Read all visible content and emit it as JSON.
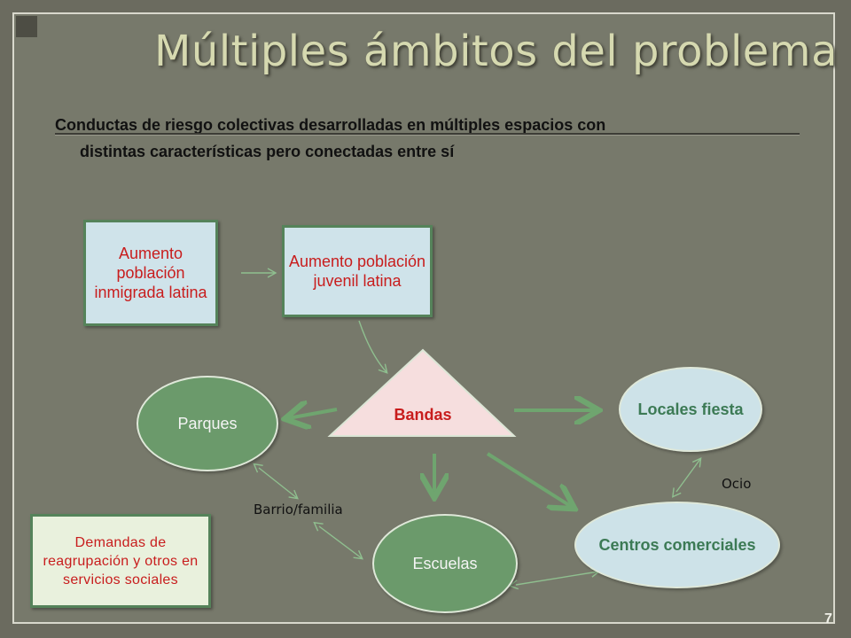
{
  "slide": {
    "title": "Múltiples ámbitos del problema",
    "subtitle_line1": "Conductas de riesgo colectivas desarrolladas en múltiples espacios con",
    "subtitle_line2": "distintas características  pero conectadas entre sí",
    "page_number": "7"
  },
  "nodes": {
    "inmigrada": "Aumento población inmigrada latina",
    "juvenil": "Aumento población juvenil latina",
    "bandas": "Bandas",
    "parques": "Parques",
    "locales": "Locales fiesta",
    "escuelas": "Escuelas",
    "centros": "Centros comerciales",
    "demandas": "Demandas de reagrupación y otros en servicios sociales"
  },
  "labels": {
    "barrio": "Barrio/familia",
    "ocio": "Ocio"
  },
  "colors": {
    "background": "#77796b",
    "title": "#d6d9b0",
    "accent_red": "#c81d1d",
    "node_green": "#6b9a6b",
    "node_light": "#cde2e8",
    "arrow": "#6fa56f"
  }
}
